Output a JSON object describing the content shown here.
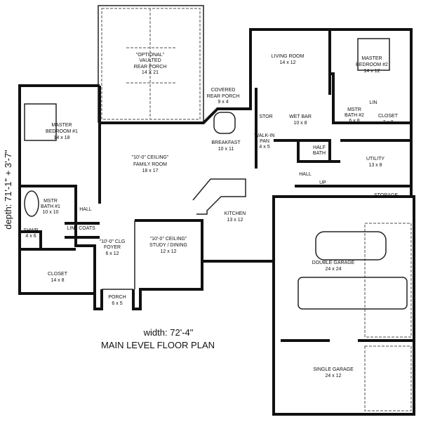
{
  "plan_title": "MAIN LEVEL FLOOR PLAN",
  "width_label": "width: 72'-4\"",
  "depth_label": "depth: 71'-1\" + 3'-7\"",
  "rooms": {
    "rear_porch": {
      "note1": "\"OPTIONAL\"",
      "note2": "VAULTED",
      "name": "REAR PORCH",
      "size": "14 X 21"
    },
    "master_bed1": {
      "name1": "MASTER",
      "name2": "BEDROOM #1",
      "size": "14 x 18"
    },
    "family": {
      "note": "\"10'-0\" CEILING\"",
      "name": "FAMILY ROOM",
      "size": "18 x 17"
    },
    "covered_porch": {
      "name1": "COVERED",
      "name2": "REAR PORCH",
      "size": "9 x 4"
    },
    "breakfast": {
      "name": "BREAKFAST",
      "size": "10 x 11"
    },
    "living": {
      "name": "LIVING ROOM",
      "size": "14 x 12"
    },
    "master_bed2": {
      "name1": "MASTER",
      "name2": "BEDROOM #2",
      "size": "14 x 12"
    },
    "stor": {
      "name": "STOR"
    },
    "wet_bar": {
      "name": "WET BAR",
      "size": "10 x 8"
    },
    "mstr_bath2": {
      "name1": "MSTR",
      "name2": "BATH #2",
      "size": "6 x 8"
    },
    "lin2": {
      "name": "LIN"
    },
    "closet2": {
      "name": "CLOSET",
      "size": "7 x 8"
    },
    "walkin_pan": {
      "name1": "WALK-IN",
      "name2": "PAN",
      "size": "4 x 5"
    },
    "half_bath": {
      "name1": "HALF",
      "name2": "BATH"
    },
    "utility": {
      "name": "UTILITY",
      "size": "13 x 8"
    },
    "hall2": {
      "name": "HALL"
    },
    "up": {
      "name": "UP"
    },
    "storage": {
      "name": "STORAGE"
    },
    "mstr_bath1": {
      "name1": "MSTR",
      "name2": "BATH #1",
      "size": "10 x 10"
    },
    "hall1": {
      "name": "HALL"
    },
    "shwr": {
      "name": "SHWR",
      "size": "4 x 6"
    },
    "lin1": {
      "name": "LIN"
    },
    "coats": {
      "name": "COATS"
    },
    "foyer": {
      "note": "\"10'-0\" CLG",
      "name": "FOYER",
      "size": "6 x 12"
    },
    "study": {
      "note": "\"10'-0\" CEILING\"",
      "name": "STUDY / DINING",
      "size": "12 x 12"
    },
    "kitchen": {
      "name": "KITCHEN",
      "size": "13 x 12"
    },
    "closet1": {
      "name": "CLOSET",
      "size": "14 x 8"
    },
    "porch": {
      "name": "PORCH",
      "size": "6 x 5"
    },
    "double_garage": {
      "name": "DOUBLE GARAGE",
      "size": "24 x 24"
    },
    "single_garage": {
      "name": "SINGLE GARAGE",
      "size": "24 x 12"
    }
  }
}
